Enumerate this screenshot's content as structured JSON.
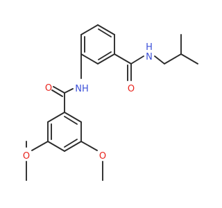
{
  "molecule": {
    "atom_labels": {
      "carbonyl_o_amide1": "O",
      "carbonyl_o_amide2": "O",
      "nh_amide1": "NH",
      "h_amide2": "H",
      "n_amide2": "N",
      "methoxy_o_left": "O",
      "methoxy_o_right": "O"
    },
    "colors": {
      "bond": "#2b2b2b",
      "oxygen": "#e8231c",
      "nitrogen": "#3b4fd8"
    }
  }
}
